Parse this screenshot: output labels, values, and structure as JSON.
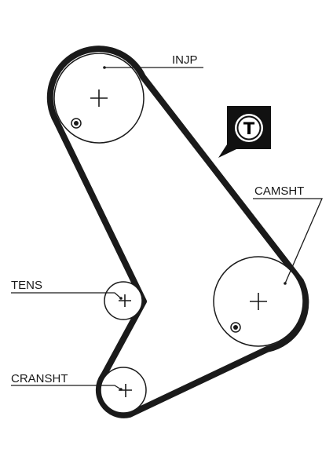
{
  "labels": {
    "injection_pump": "INJP",
    "camshaft": "CAMSHT",
    "tensioner": "TENS",
    "crankshaft": "CRANSHT"
  },
  "badge": {
    "letter": "T",
    "icon": "tensioner-badge-icon"
  },
  "colors": {
    "belt": "#1a1a1a",
    "pulley": "#1a1a1a",
    "badge_background": "#111111",
    "badge_circle": "#ffffff"
  }
}
